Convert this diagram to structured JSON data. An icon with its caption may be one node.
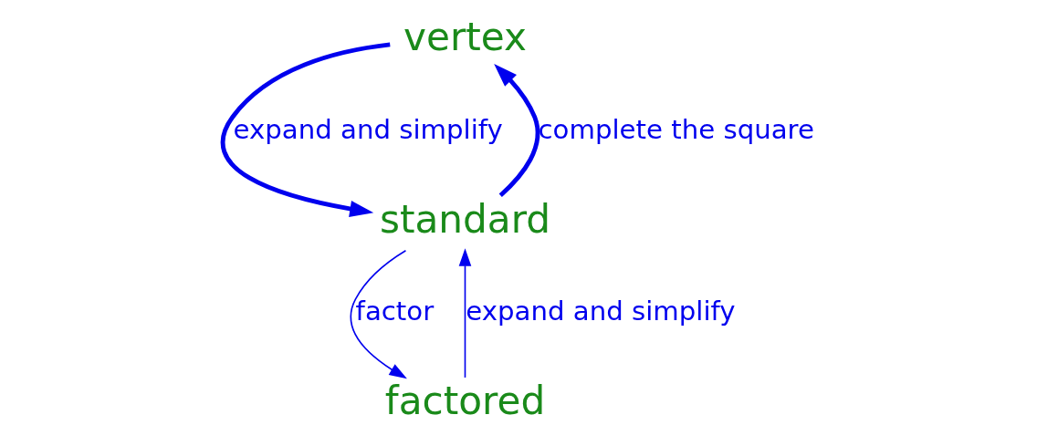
{
  "diagram": {
    "nodes": [
      {
        "text": [
          "vertex"
        ]
      },
      {
        "text": [
          "factored"
        ]
      },
      {
        "text": [
          "standard"
        ]
      }
    ],
    "edges": [
      {
        "from": 2,
        "to": 0,
        "arrow": "to",
        "label": "complete the square",
        "style": "thick"
      },
      {
        "from": 0,
        "to": 2,
        "arrow": "to",
        "label": "expand and simplify",
        "style": "thick"
      },
      {
        "from": 1,
        "to": 2,
        "arrow": "to",
        "label": "expand and simplify"
      },
      {
        "from": 2,
        "to": 1,
        "arrow": "to",
        "label": "factor"
      }
    ]
  }
}
